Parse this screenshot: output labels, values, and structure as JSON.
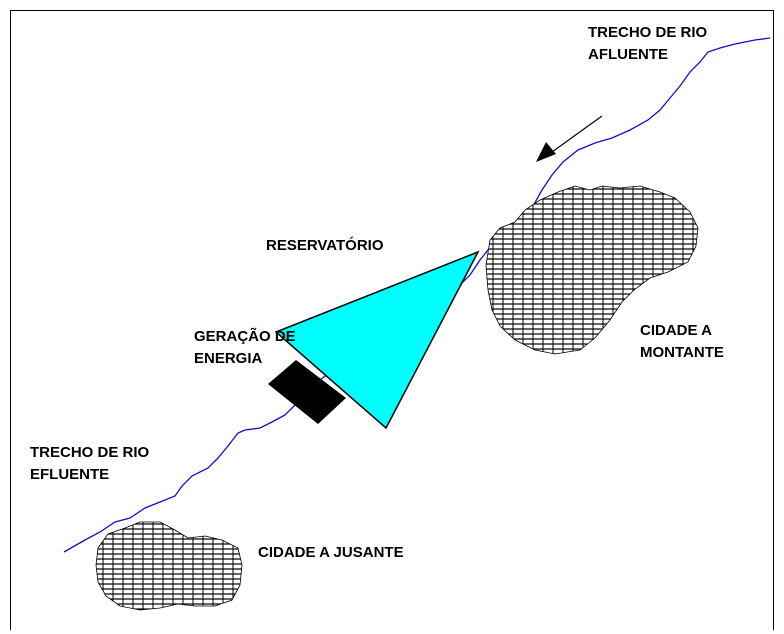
{
  "labels": {
    "river_in_line1": "TRECHO DE RIO",
    "river_in_line2": "AFLUENTE",
    "reservoir": "RESERVATÓRIO",
    "generation_line1": "GERAÇÃO DE",
    "generation_line2": "ENERGIA",
    "city_up_line1": "CIDADE A",
    "city_up_line2": "MONTANTE",
    "river_out_line1": "TRECHO DE RIO",
    "river_out_line2": "EFLUENTE",
    "city_down": "CIDADE A JUSANTE"
  },
  "colors": {
    "river": "#1010c8",
    "reservoir": "#00ffff",
    "generation": "#000000",
    "hatch": "#000000"
  }
}
